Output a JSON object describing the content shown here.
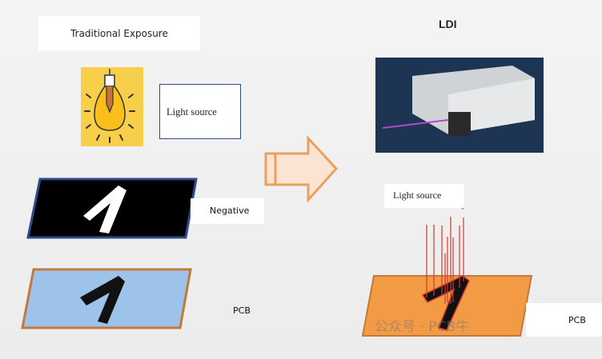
{
  "left": {
    "title": "Traditional Exposure",
    "light_source_label": "Light source",
    "negative_label": "Negative",
    "pcb_label": "PCB"
  },
  "right": {
    "title": "LDI",
    "light_source_label": "Light source",
    "pcb_label": "PCB"
  },
  "watermark": "公众号 · PCB牛",
  "colors": {
    "bulb_tile": "#f7cf4a",
    "negative_fill": "#000000",
    "negative_border": "#2f4b8a",
    "pcb_left_fill": "#9ec3ea",
    "pcb_border": "#c07a3a",
    "pcb_right_fill": "#f39a45",
    "arrow": "#e8a060",
    "laser_lines": "#d23a2a"
  },
  "icons": [
    "light-bulb-icon",
    "arrow-right-icon",
    "ldi-machine-image"
  ]
}
